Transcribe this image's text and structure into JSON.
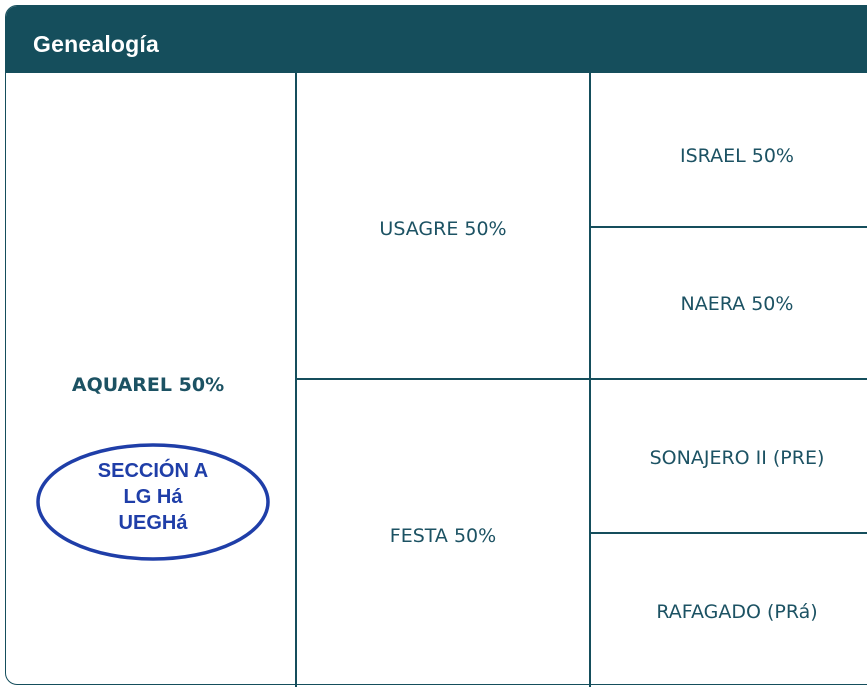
{
  "header": {
    "title": "Genealogía"
  },
  "pedigree": {
    "subject": "AQUAREL 50%",
    "parents": {
      "sire": "USAGRE 50%",
      "dam": "FESTA 50%"
    },
    "grandparents": {
      "sire_sire": "ISRAEL 50%",
      "sire_dam": "NAERA 50%",
      "dam_sire": "SONAJERO II (PRE)",
      "dam_dam": "RAFAGADO (PRá)"
    }
  },
  "stamp": {
    "line1": "SECCIÓN A",
    "line2": "LG Há",
    "line3": "UEGHá"
  },
  "colors": {
    "header_bg": "#154e5c",
    "border": "#154e5c",
    "text": "#1c5263",
    "stamp_blue": "#1f3ea8"
  }
}
